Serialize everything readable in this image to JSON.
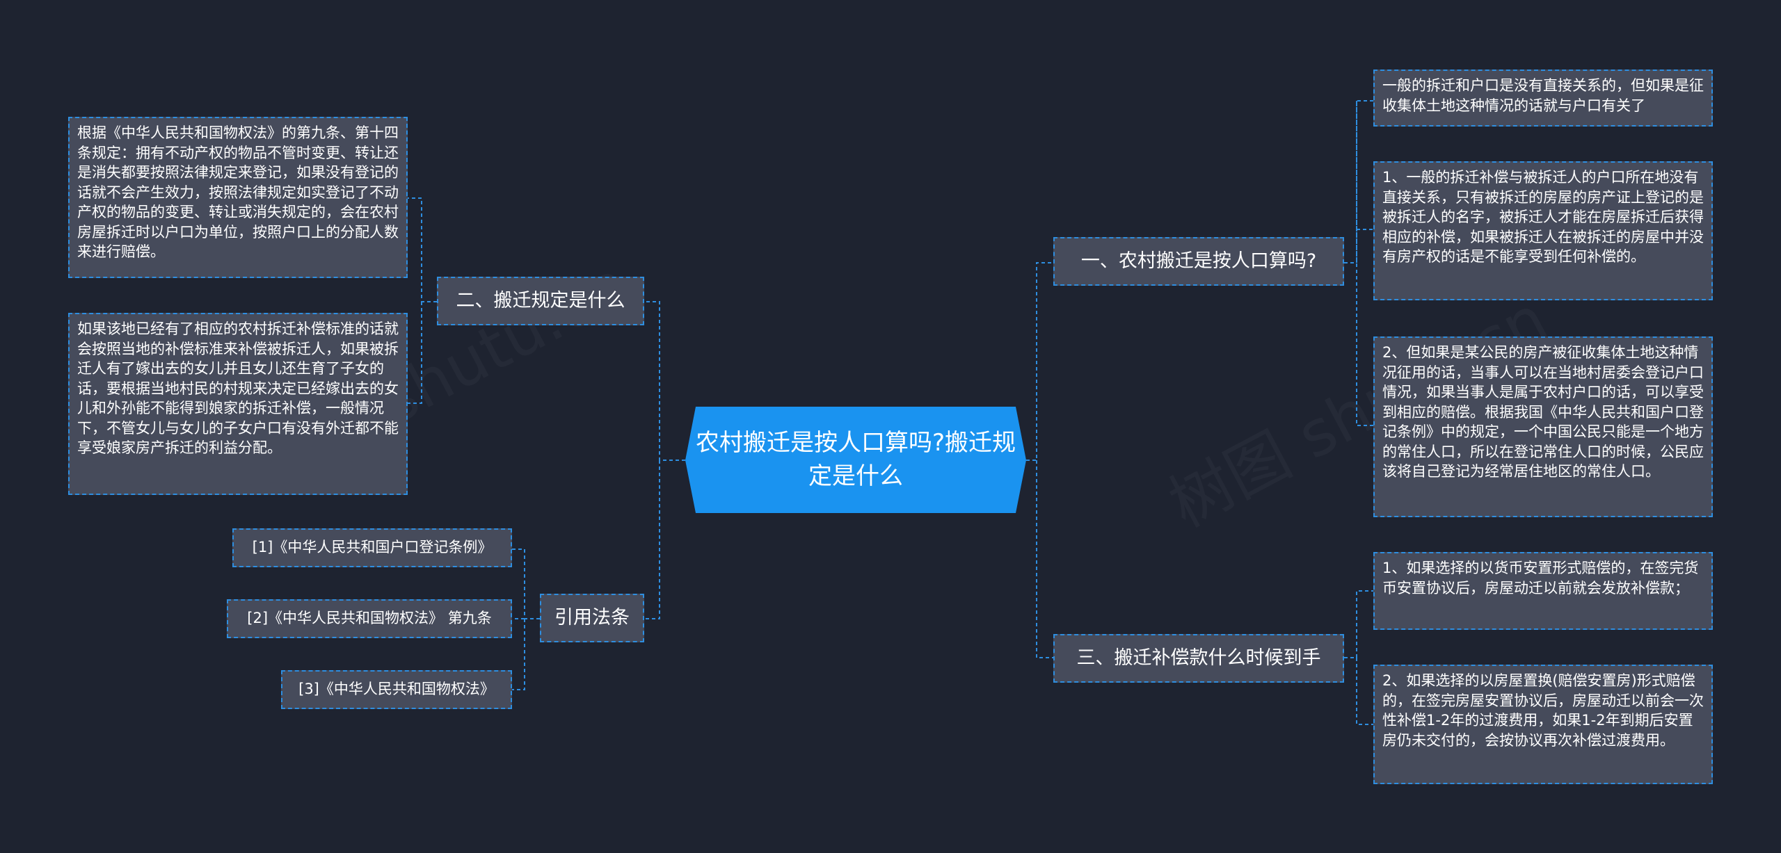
{
  "watermark": "树图 shutu.cn",
  "colors": {
    "background": "#1e2330",
    "node_fill": "#464b5b",
    "connector": "#2e8ee0",
    "root_fill": "#1a93f0",
    "text": "#ffffff"
  },
  "root": {
    "title": "农村搬迁是按人口算吗?搬迁规定是什么"
  },
  "right": {
    "branch1": {
      "label": "一、农村搬迁是按人口算吗?",
      "leaves": [
        "一般的拆迁和户口是没有直接关系的，但如果是征收集体土地这种情况的话就与户口有关了",
        "1、一般的拆迁补偿与被拆迁人的户口所在地没有直接关系，只有被拆迁的房屋的房产证上登记的是被拆迁人的名字，被拆迁人才能在房屋拆迁后获得相应的补偿，如果被拆迁人在被拆迁的房屋中并没有房产权的话是不能享受到任何补偿的。",
        "2、但如果是某公民的房产被征收集体土地这种情况征用的话，当事人可以在当地村居委会登记户口情况，如果当事人是属于农村户口的话，可以享受到相应的赔偿。根据我国《中华人民共和国户口登记条例》中的规定，一个中国公民只能是一个地方的常住人口，所以在登记常住人口的时候，公民应该将自己登记为经常居住地区的常住人口。"
      ]
    },
    "branch3": {
      "label": "三、搬迁补偿款什么时候到手",
      "leaves": [
        "1、如果选择的以货币安置形式赔偿的，在签完货币安置协议后，房屋动迁以前就会发放补偿款；",
        "2、如果选择的以房屋置换(赔偿安置房)形式赔偿的，在签完房屋安置协议后，房屋动迁以前会一次性补偿1-2年的过渡费用，如果1-2年到期后安置房仍未交付的，会按协议再次补偿过渡费用。"
      ]
    }
  },
  "left": {
    "branch2": {
      "label": "二、搬迁规定是什么",
      "leaves": [
        "根据《中华人民共和国物权法》的第九条、第十四条规定：拥有不动产权的物品不管时变更、转让还是消失都要按照法律规定来登记，如果没有登记的话就不会产生效力，按照法律规定如实登记了不动产权的物品的变更、转让或消失规定的，会在农村房屋拆迁时以户口为单位，按照户口上的分配人数来进行赔偿。",
        "如果该地已经有了相应的农村拆迁补偿标准的话就会按照当地的补偿标准来补偿被拆迁人，如果被拆迁人有了嫁出去的女儿并且女儿还生育了子女的话，要根据当地村民的村规来决定已经嫁出去的女儿和外孙能不能得到娘家的拆迁补偿，一般情况下，不管女儿与女儿的子女户口有没有外迁都不能享受娘家房产拆迁的利益分配。"
      ]
    },
    "citations": {
      "label": "引用法条",
      "items": [
        "[1]《中华人民共和国户口登记条例》",
        "[2]《中华人民共和国物权法》 第九条",
        "[3]《中华人民共和国物权法》"
      ]
    }
  }
}
